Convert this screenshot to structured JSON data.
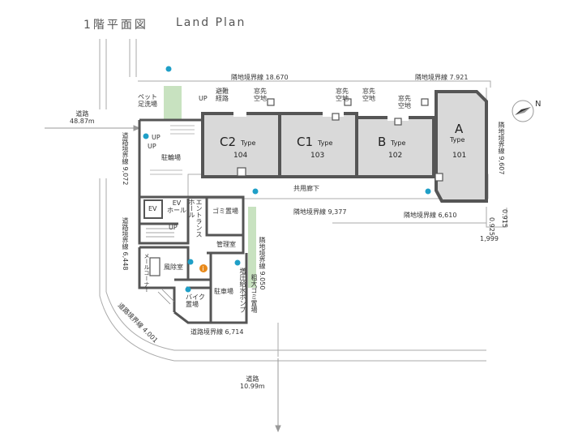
{
  "title": "1階平面図",
  "subtitle": "Land Plan",
  "units": [
    {
      "code": "C2",
      "type": "Type",
      "number": "104"
    },
    {
      "code": "C1",
      "type": "Type",
      "number": "103"
    },
    {
      "code": "B",
      "type": "Type",
      "number": "102"
    },
    {
      "code": "A",
      "type": "Type",
      "number": "101"
    }
  ],
  "labels": {
    "pet": "ペット\n足洗場",
    "up1": "UP",
    "up2": "UP",
    "up3": "UP",
    "up4": "UP",
    "evacuation": "避難\n経路",
    "window1": "窓先\n空地",
    "window2": "窓先\n空地",
    "window3": "窓先\n空地",
    "window4": "窓先\n空地",
    "bike_parking": "駐輪場",
    "ev1": "EV",
    "ev_hall": "EV\nホール",
    "entrance": "エントランス\nホール",
    "garbage": "ゴミ置場",
    "management": "管理室",
    "windbreak": "風除室",
    "mail_corner": "メールコーナー",
    "motorbike": "バイク\n置場",
    "parking": "駐車場",
    "pump": "増圧給水ポンプ",
    "trash_bulk": "粗大ゴミ置場",
    "corridor": "共用廊下"
  },
  "boundaries": {
    "north_a": "隣地境界線 18.670",
    "north_b": "隣地境界線 7.921",
    "east": "隣地境界線 9,607",
    "south_a": "隣地境界線 9,377",
    "south_b": "隣地境界線 6,610",
    "inner": "隣地境界線 9.050",
    "west_road_a": "道路境界線 9,072",
    "west_road_b": "道路境界線 6,448",
    "road_diag": "道路境界線 4.001",
    "road_south": "道路境界線 6,714",
    "dim_0925": "0.925",
    "dim_0915": "0.915",
    "dim_1999": "1,999"
  },
  "roads": {
    "west": "道路\n48.87m",
    "south": "道路\n10.99m"
  },
  "compass": "N",
  "colors": {
    "wall": "#555555",
    "room": "#d9d9d9",
    "dot": "#1f9fc7",
    "green": "#c8e2c0",
    "info": "#e8891a"
  }
}
